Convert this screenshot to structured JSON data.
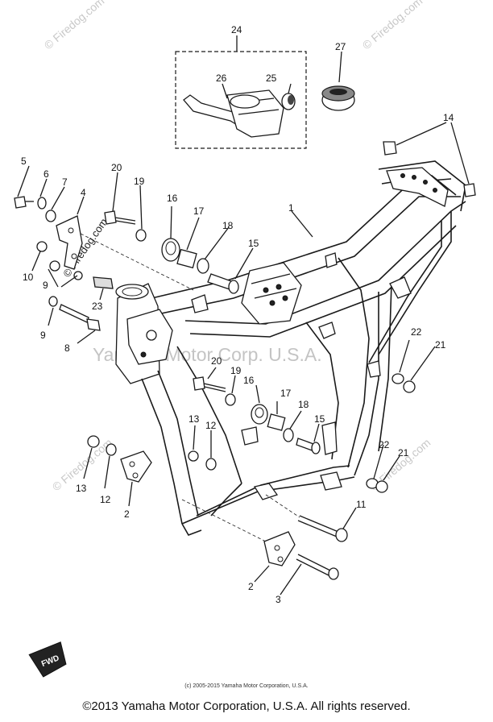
{
  "watermarks": {
    "site": "© Firedog.com",
    "center": "Yamaha Motor Corp. U.S.A."
  },
  "labels": {
    "l1": "1",
    "l2a": "2",
    "l2b": "2",
    "l3": "3",
    "l4": "4",
    "l5": "5",
    "l6": "6",
    "l7": "7",
    "l8": "8",
    "l9a": "9",
    "l9b": "9",
    "l10": "10",
    "l11": "11",
    "l12a": "12",
    "l12b": "12",
    "l13a": "13",
    "l13b": "13",
    "l14": "14",
    "l15a": "15",
    "l15b": "15",
    "l16a": "16",
    "l16b": "16",
    "l17a": "17",
    "l17b": "17",
    "l18a": "18",
    "l18b": "18",
    "l19a": "19",
    "l19b": "19",
    "l20a": "20",
    "l20b": "20",
    "l21a": "21",
    "l21b": "21",
    "l22a": "22",
    "l22b": "22",
    "l23": "23",
    "l24": "24",
    "l25": "25",
    "l26": "26",
    "l27": "27"
  },
  "fwd_badge": "FWD",
  "copyright_small": "(c) 2005-2015 Yamaha Motor Corporation, U.S.A.",
  "copyright_main": "©2013 Yamaha Motor Corporation, U.S.A. All rights reserved."
}
